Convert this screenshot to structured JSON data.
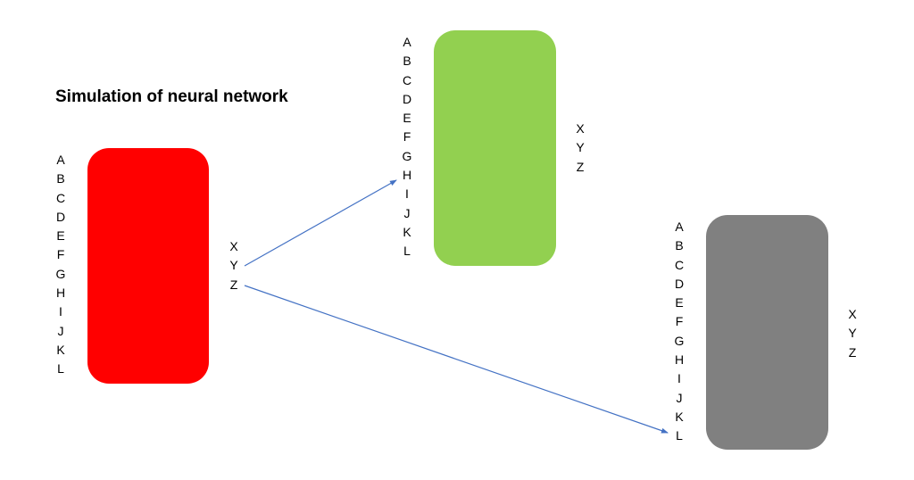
{
  "title": "Simulation of neural network",
  "colors": {
    "red_node": "#ff0000",
    "green_node": "#92d050",
    "gray_node": "#808080",
    "arrow": "#4472c4"
  },
  "inputs": [
    "A",
    "B",
    "C",
    "D",
    "E",
    "F",
    "G",
    "H",
    "I",
    "J",
    "K",
    "L"
  ],
  "outputs": [
    "X",
    "Y",
    "Z"
  ]
}
